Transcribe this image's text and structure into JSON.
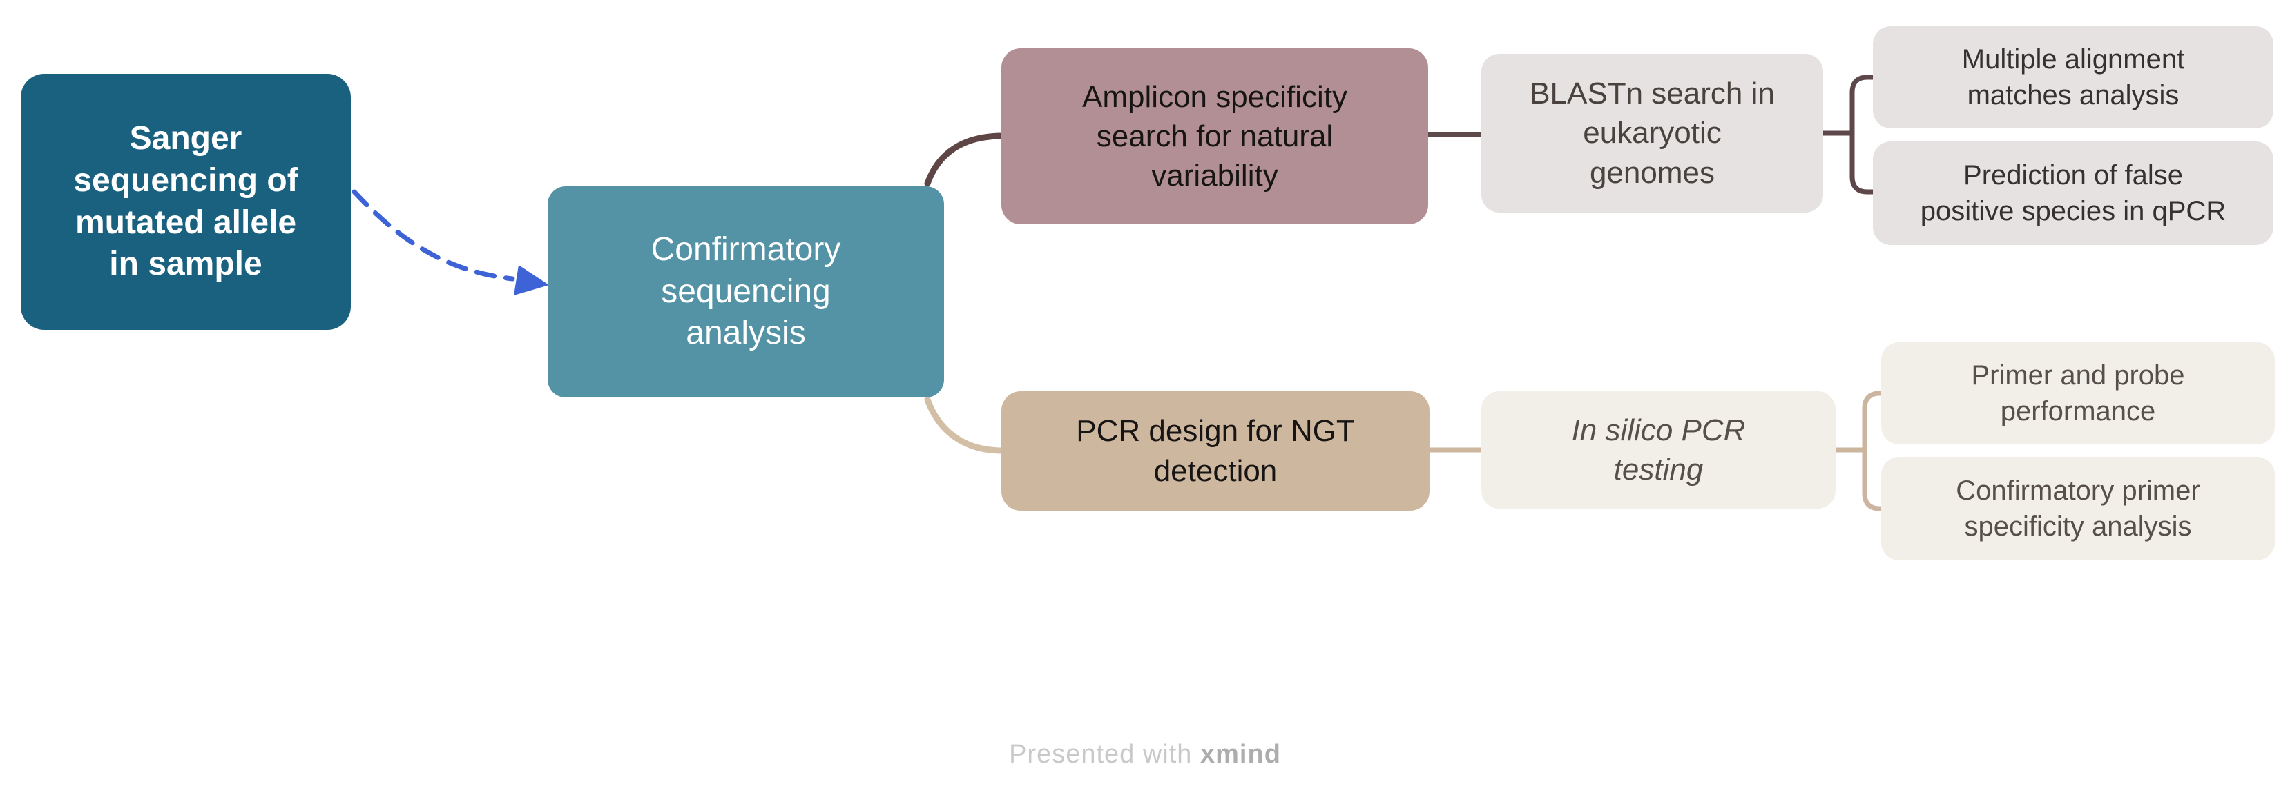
{
  "canvas": {
    "background": "#ffffff"
  },
  "nodes": {
    "root": {
      "label": "Sanger\nsequencing of\nmutated allele\nin sample",
      "bg": "#19617E",
      "text_color": "#FFFFFF"
    },
    "confirmatory": {
      "label": "Confirmatory\nsequencing\nanalysis",
      "bg": "#5493A5",
      "text_color": "#FFFFFF"
    },
    "amplicon": {
      "label": "Amplicon specificity\nsearch for natural\nvariability",
      "bg": "#B28F94",
      "text_color": "#171414"
    },
    "blastn": {
      "label": "BLASTn search in\neukaryotic\ngenomes",
      "bg": "#E6E2E1",
      "text_color": "#49423F"
    },
    "multiple_alignment": {
      "label": "Multiple alignment\nmatches analysis",
      "bg": "#E6E2E1",
      "text_color": "#353130"
    },
    "false_positive": {
      "label": "Prediction of false\npositive species in qPCR",
      "bg": "#E6E2E1",
      "text_color": "#353130"
    },
    "pcr_design": {
      "label": "PCR design for NGT\ndetection",
      "bg": "#CEB79F",
      "text_color": "#171414"
    },
    "in_silico": {
      "label": "In silico PCR\ntesting",
      "bg": "#F2EFE9",
      "text_color": "#57504A"
    },
    "primer_probe": {
      "label": "Primer and probe\nperformance",
      "bg": "#F2EFE9",
      "text_color": "#57504A"
    },
    "confirmatory_primer": {
      "label": "Confirmatory primer\nspecificity analysis",
      "bg": "#F2EFE9",
      "text_color": "#57504A"
    }
  },
  "connectors": {
    "arrow_color": "#3D63D6",
    "top_curve_color": "#5E4646",
    "top_line_color": "#5D4A4B",
    "top_bracket_color": "#5E474A",
    "bottom_curve_color": "#D3BEA6",
    "bottom_line_color": "#CDB69E",
    "bottom_bracket_color": "#CCB59E"
  },
  "footer": {
    "prefix": "Presented with ",
    "brand": "xmind",
    "prefix_color": "#C9C9C9",
    "brand_color": "#ADADAD"
  }
}
